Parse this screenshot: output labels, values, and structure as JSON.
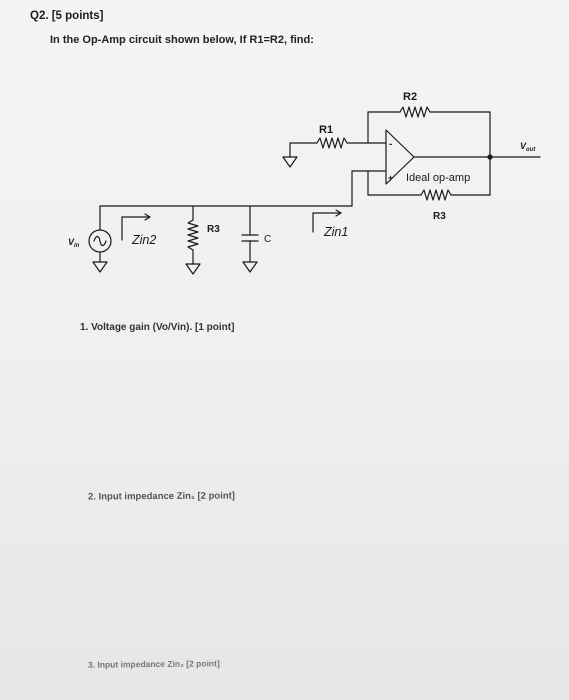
{
  "question": {
    "title": "Q2. [5 points]",
    "prompt": "In the Op-Amp circuit shown below, If R1=R2, find:"
  },
  "circuit": {
    "labels": {
      "r2": "R2",
      "r1": "R1",
      "r3_feedback": "R3",
      "r3_shunt": "R3",
      "vout_main": "V",
      "vout_sub": "out",
      "vin_main": "V",
      "vin_sub": "in",
      "zin1": "Zin1",
      "zin2": "Zin2",
      "capacitor": "C",
      "opamp": "Ideal op-amp",
      "minus": "-",
      "plus": "+"
    }
  },
  "items": [
    "1.  Voltage gain (Vo/Vin). [1 point]",
    "2.  Input impedance Zin₁ [2 point]",
    "3.  Input impedance Zin₂ [2 point]"
  ]
}
